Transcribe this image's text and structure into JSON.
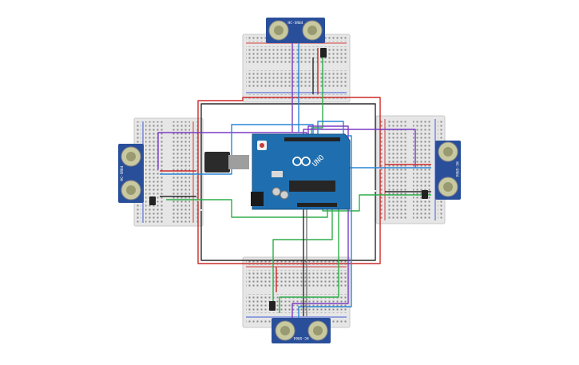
{
  "canvas": {
    "background": "#ffffff"
  },
  "colors": {
    "breadboard": "#e6e6e6",
    "breadboard_hole": "#8a8a8a",
    "rail_red": "#d23c3c",
    "rail_blue": "#3c5ad2",
    "arduino_board": "#1f6fb0",
    "arduino_dark": "#14507f",
    "sensor_pcb": "#2a4f9a",
    "sensor_transducer": "#c9c9a0",
    "wire_red": "#cc2b2b",
    "wire_black": "#2b2b2b",
    "wire_green": "#2fae4a",
    "wire_blue": "#2a86d6",
    "wire_purple": "#7a3cc4",
    "wire_gray": "#7a7a7a"
  },
  "arduino": {
    "brand_label": "UNO",
    "logo_icon": "arduino-infinity-icon",
    "usb_icon": "usb-connector-icon",
    "power_jack_icon": "power-jack-icon",
    "reset_button_icon": "reset-button-icon"
  },
  "sensors": {
    "model_label": "HC-SR04",
    "top": {
      "label": "HC-SR04"
    },
    "bottom": {
      "label": "HC-SR04"
    },
    "left": {
      "label": "HC-SR04"
    },
    "right": {
      "label": "HC-SR04"
    }
  },
  "components": {
    "top_buzzer_icon": "buzzer-icon",
    "bottom_buzzer_icon": "buzzer-icon",
    "left_buzzer_icon": "buzzer-icon",
    "right_buzzer_icon": "buzzer-icon"
  }
}
